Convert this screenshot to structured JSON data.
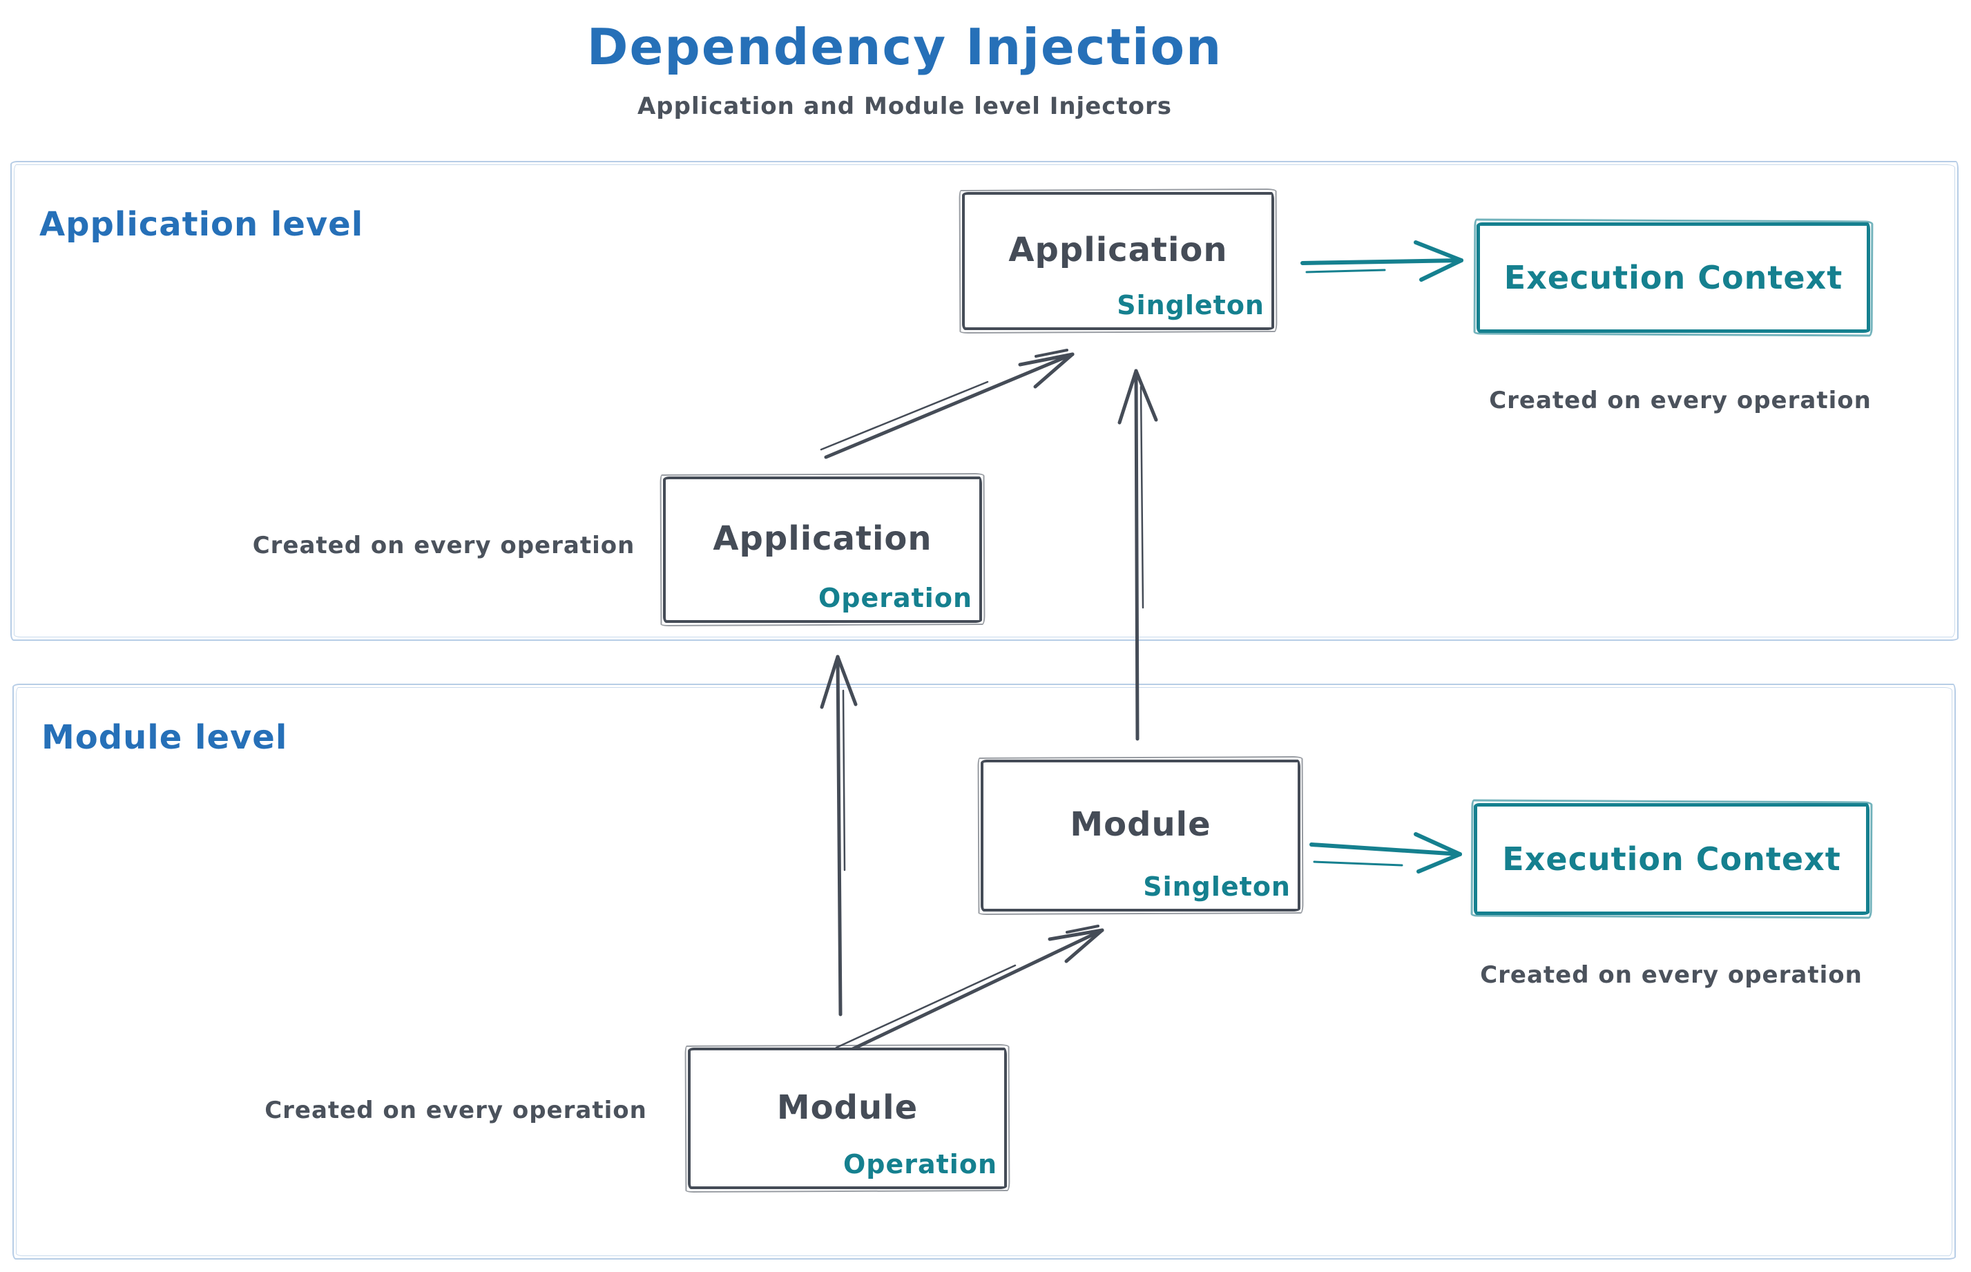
{
  "header": {
    "title": "Dependency Injection",
    "subtitle": "Application and Module level Injectors"
  },
  "sections": {
    "application": {
      "label": "Application level"
    },
    "module": {
      "label": "Module level"
    }
  },
  "nodes": {
    "app_singleton": {
      "label": "Application",
      "scope": "Singleton"
    },
    "app_operation": {
      "label": "Application",
      "scope": "Operation"
    },
    "module_singleton": {
      "label": "Module",
      "scope": "Singleton"
    },
    "module_operation": {
      "label": "Module",
      "scope": "Operation"
    },
    "app_execution_context": {
      "label": "Execution Context"
    },
    "module_execution_context": {
      "label": "Execution Context"
    }
  },
  "captions": {
    "app_exec_note": "Created on every operation",
    "app_operation_note": "Created on every operation",
    "module_exec_note": "Created on every operation",
    "module_operation_note": "Created on every operation"
  },
  "colors": {
    "blue": "#2670b8",
    "ink": "#454c57",
    "teal": "#15808f",
    "container_border": "#b7cde6",
    "caption": "#4b525c"
  }
}
